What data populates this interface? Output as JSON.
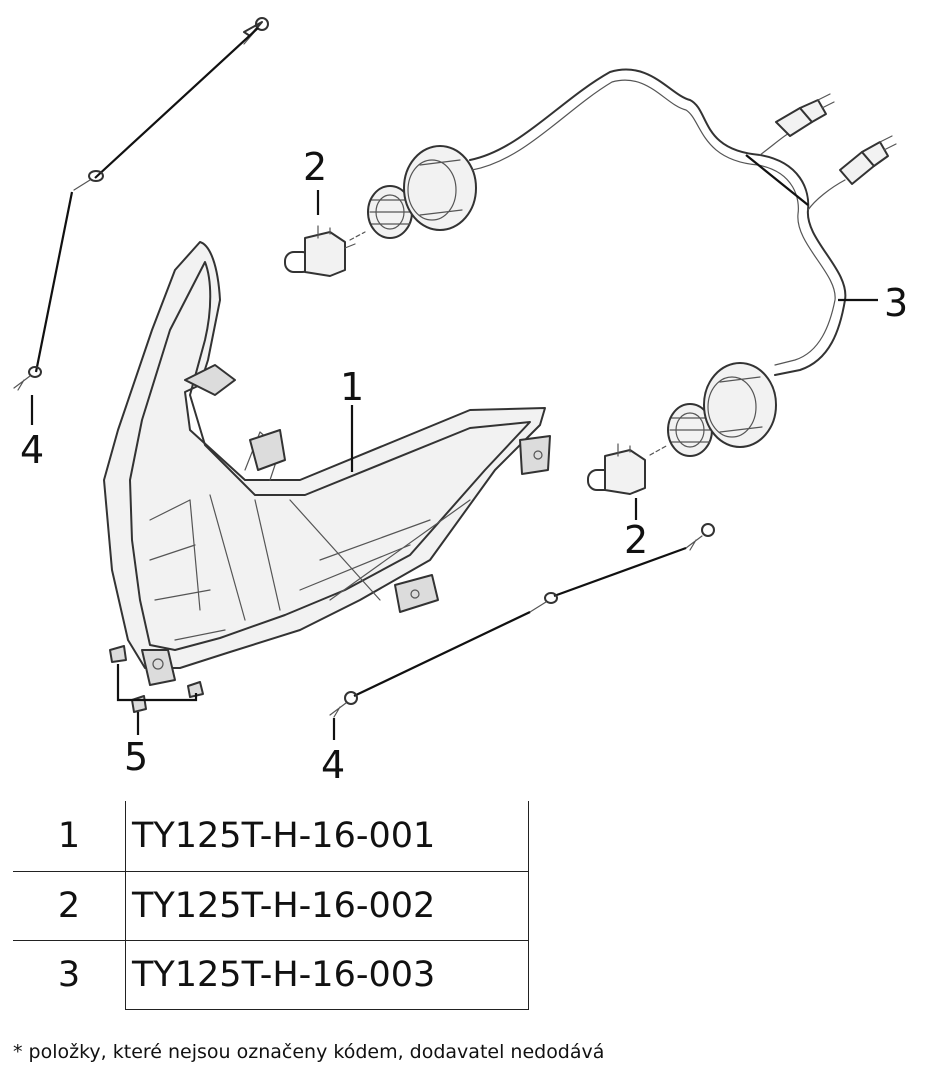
{
  "callouts": {
    "headlight": "1",
    "bulb_upper": "2",
    "bulb_lower": "2",
    "harness": "3",
    "screw_left": "4",
    "screw_right": "4",
    "nut_clips": "5"
  },
  "parts_table": {
    "rows": [
      {
        "num": "1",
        "code": "TY125T-H-16-001"
      },
      {
        "num": "2",
        "code": "TY125T-H-16-002"
      },
      {
        "num": "3",
        "code": "TY125T-H-16-003"
      }
    ]
  },
  "footnote": "* položky, které nejsou označeny kódem, dodavatel nedodává"
}
